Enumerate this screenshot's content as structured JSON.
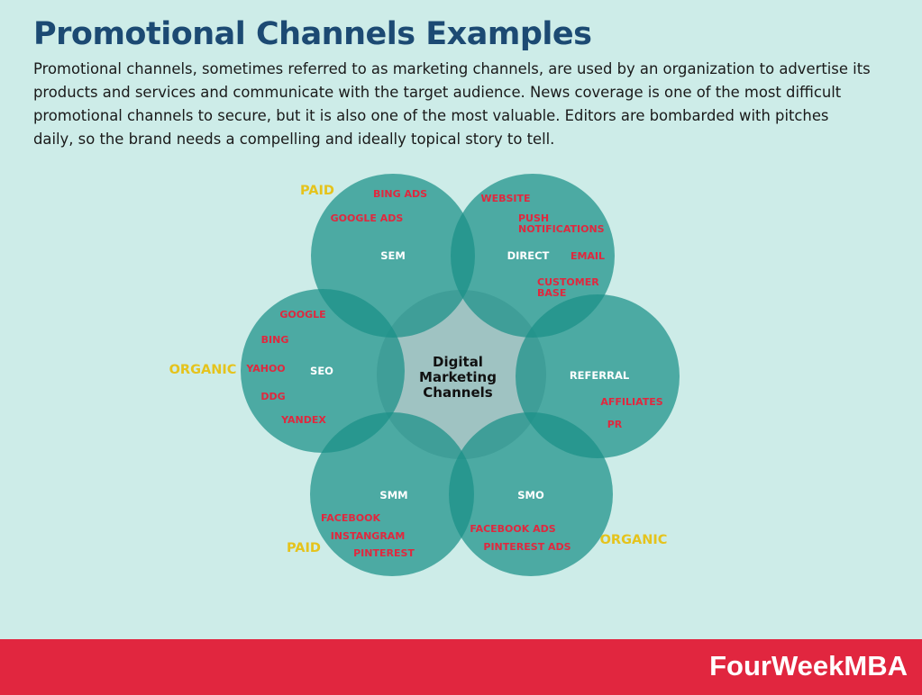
{
  "header": {
    "title": "Promotional Channels Examples",
    "description": "Promotional channels, sometimes referred to as marketing channels, are used by an organization to advertise its products and services and communicate with the target audience. News coverage is one of the most difficult promotional channels to secure, but it is also one of the most valuable. Editors are bombarded with pitches daily, so the brand needs a compelling and ideally topical story to tell."
  },
  "diagram": {
    "center_label": [
      "Digital",
      "Marketing",
      "Channels"
    ],
    "colors": {
      "circle": "#1b9088",
      "center": "#9fc3c2",
      "channel_text": "#ffffff",
      "example_text": "#e0283e",
      "category_text": "#e5c31c"
    },
    "channels": [
      {
        "name": "SEM",
        "category": "PAID",
        "examples": [
          [
            "BING ADS"
          ],
          [
            "GOOGLE ADS"
          ]
        ]
      },
      {
        "name": "DIRECT",
        "category": "",
        "examples": [
          [
            "WEBSITE"
          ],
          [
            "PUSH",
            "NOTIFICATIONS"
          ],
          [
            "EMAIL"
          ],
          [
            "CUSTOMER",
            "BASE"
          ]
        ]
      },
      {
        "name": "REFERRAL",
        "category": "",
        "examples": [
          [
            "AFFILIATES"
          ],
          [
            "PR"
          ]
        ]
      },
      {
        "name": "SMO",
        "category": "ORGANIC",
        "examples": [
          [
            "FACEBOOK ADS"
          ],
          [
            "PINTEREST ADS"
          ]
        ]
      },
      {
        "name": "SMM",
        "category": "PAID",
        "examples": [
          [
            "FACEBOOK"
          ],
          [
            "INSTANGRAM"
          ],
          [
            "PINTEREST"
          ]
        ]
      },
      {
        "name": "SEO",
        "category": "ORGANIC",
        "examples": [
          [
            "GOOGLE"
          ],
          [
            "BING"
          ],
          [
            "YAHOO"
          ],
          [
            "DDG"
          ],
          [
            "YANDEX"
          ]
        ]
      }
    ]
  },
  "footer": {
    "brand": "FourWeekMBA"
  }
}
